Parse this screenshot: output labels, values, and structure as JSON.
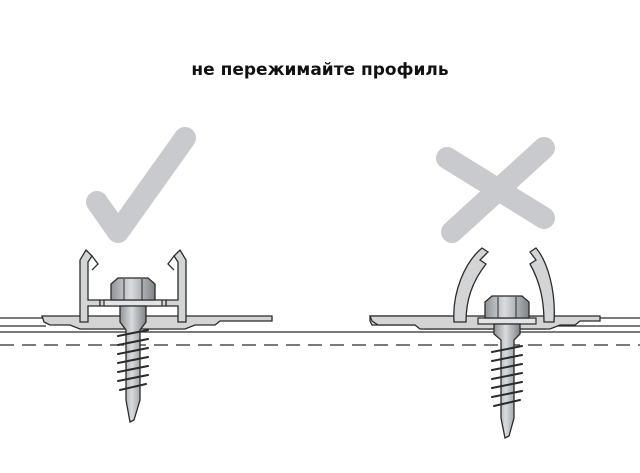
{
  "caption": "не пережимайте профиль",
  "colors": {
    "mark_gray": "#c9cacd",
    "line": "#2b2b2b",
    "metal_fill": "#bfc3c6",
    "profile_fill": "#d2d4d6",
    "background": "#ffffff"
  },
  "panels": [
    {
      "name": "correct-installation",
      "mark": "check-icon",
      "profile_state": "not-compressed"
    },
    {
      "name": "incorrect-installation",
      "mark": "cross-icon",
      "profile_state": "over-compressed"
    }
  ]
}
